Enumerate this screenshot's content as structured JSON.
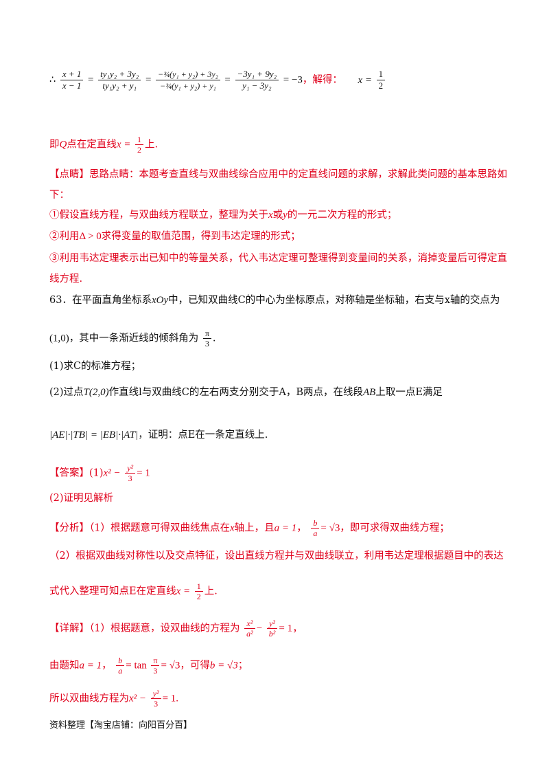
{
  "l1": {
    "therefore": "∴",
    "f1n": "x + 1",
    "f1d": "x − 1",
    "f2n": "ty₁y₂ + 3y₂",
    "f2d": "ty₁y₂ + y₁",
    "f3n": "−¾(y₁ + y₂) + 3y₂",
    "f3d": "−¾(y₁ + y₂) + y₁",
    "f4n": "−3y₁ + 9y₂",
    "f4d": "y₁ − 3y₂",
    "eq": "= −3",
    "solve": "，解得：",
    "xeq": "x =",
    "half_n": "1",
    "half_d": "2"
  },
  "l2": {
    "a": "即",
    "q": "Q",
    "b": "点在定直线",
    "x": "x =",
    "n": "1",
    "d": "2",
    "c": "上."
  },
  "tip": {
    "l1": "【点睛】思路点睛：本题考查直线与双曲线综合应用中的定直线问题的求解，求解此类问题的基本思路如",
    "l2": "下：",
    "l3a": "①假设直线方程，与双曲线方程联立，整理为关于",
    "l3x": "x",
    "l3b": "或",
    "l3y": "y",
    "l3c": "的一元二次方程的形式；",
    "l4a": "②利用",
    "l4m": "Δ > 0",
    "l4b": "求得变量的取值范围，得到韦达定理的形式；",
    "l5": "③利用韦达定理表示出已知中的等量关系，代入韦达定理可整理得到变量间的关系，消掉变量后可得定直",
    "l6": "线方程."
  },
  "p63": {
    "a": "63．在平面直角坐标系",
    "xoy": "xOy",
    "b": "中，已知双曲线C的中心为坐标原点，对称轴是坐标轴，右支与x轴的交点为",
    "pt": "(1,0)",
    "c": "，其中一条渐近线的倾斜角为",
    "pi": "π",
    "three": "3",
    "dot": ".",
    "q1": "(1)求C的标准方程；",
    "q2a": "(2)过点",
    "T": "T(2,0)",
    "q2b": "作直线l与双曲线C的左右两支分别交于A，B两点，在线段",
    "AB": "AB",
    "q2c": "上取一点E满足",
    "abs": "|AE|·|TB| = |EB|·|AT|",
    "q2d": "，证明：点E在一条定直线上."
  },
  "ans": {
    "label": "【答案】",
    "part1": "(1)",
    "x2": "x² −",
    "y2": "y²",
    "three": "3",
    "eq1": "= 1",
    "part2": "(2)证明见解析"
  },
  "ana": {
    "a": "【分析】（1）根据题意可得双曲线焦点在",
    "x": "x",
    "b": "轴上，且",
    "a1": "a = 1",
    "comma": "，",
    "b_": "b",
    "a_": "a",
    "sqrt3": "= √3",
    "c": "，即可求得双曲线方程；",
    "l2": "（2）根据双曲线对称性以及交点特征，设出直线方程并与双曲线联立，利用韦达定理根据题目中的表达",
    "l3a": "式代入整理可知点E在定直线",
    "l3x": "x =",
    "l3n": "1",
    "l3d": "2",
    "l3b": "上."
  },
  "det": {
    "label": "【详解】",
    "l1": "（1）根据题意，设双曲线的方程为",
    "x2": "x²",
    "a2": "a²",
    "y2": "y²",
    "b2": "b²",
    "eq1": "= 1，",
    "l2a": "由题知",
    "a1": "a = 1",
    "comma": "，",
    "b": "b",
    "a": "a",
    "tan": "= tan",
    "pi": "π",
    "three": "3",
    "sqrt3": "= √3",
    "l2b": "，可得",
    "bsq": "b = √3",
    "semi": "；",
    "l3a": "所以双曲线方程为",
    "x2b": "x² −",
    "y2b": "y²",
    "threeb": "3",
    "eq1b": "= 1."
  },
  "footer": "资料整理【淘宝店铺：向阳百分百】"
}
